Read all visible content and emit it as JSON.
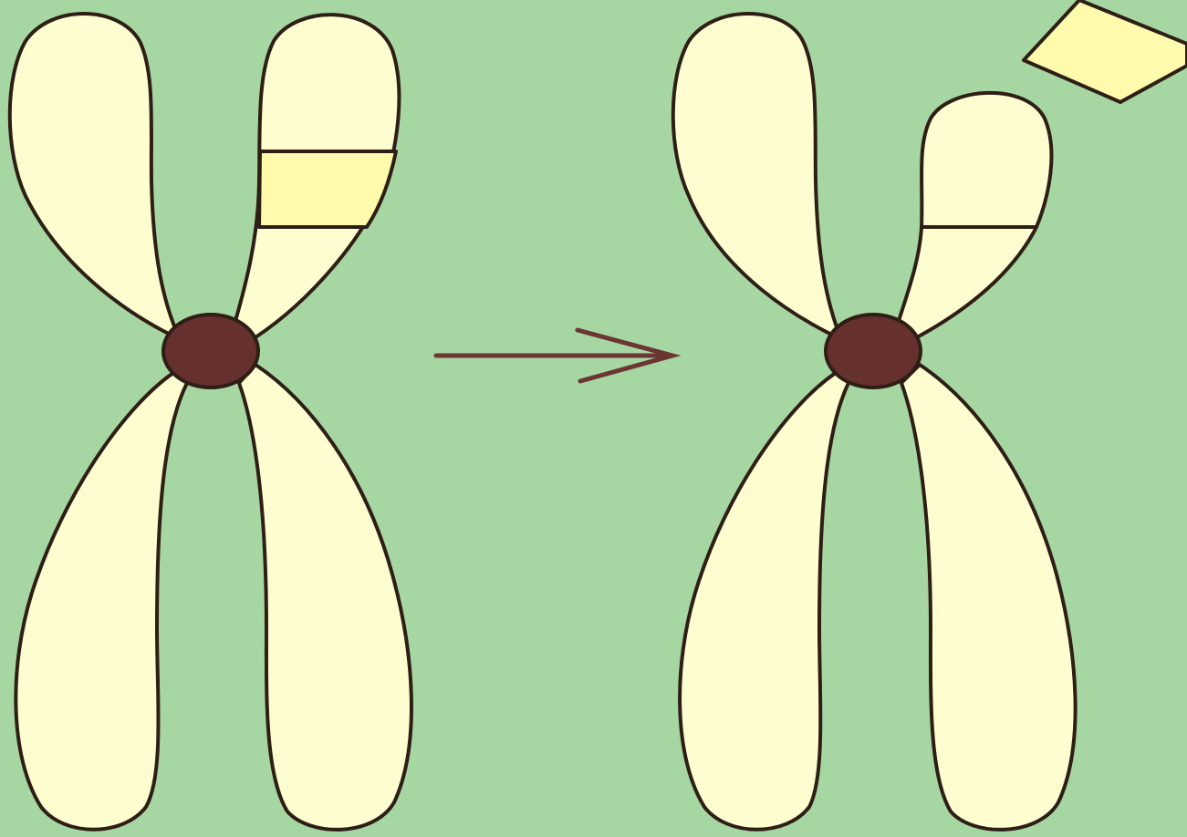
{
  "diagram": {
    "subject": "chromosome-deletion",
    "colors": {
      "background": "#a6d6a2",
      "chromatid_fill": "#fefdd0",
      "segment_fill": "#fffbac",
      "outline": "#2e1e16",
      "centromere": "#66302e",
      "arrow": "#6b3533"
    },
    "before": {
      "highlighted_segment": "present"
    },
    "after": {
      "highlighted_segment": "removed"
    },
    "arrow_direction": "right"
  }
}
